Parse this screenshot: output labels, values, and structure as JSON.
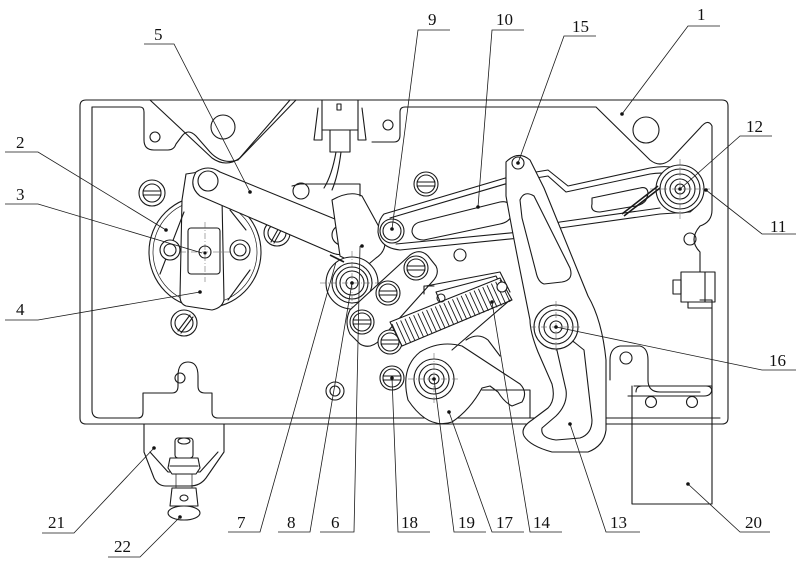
{
  "figure": {
    "type": "mechanical assembly drawing",
    "labels": [
      {
        "id": "1",
        "text": "1"
      },
      {
        "id": "2",
        "text": "2"
      },
      {
        "id": "3",
        "text": "3"
      },
      {
        "id": "4",
        "text": "4"
      },
      {
        "id": "5",
        "text": "5"
      },
      {
        "id": "6",
        "text": "6"
      },
      {
        "id": "7",
        "text": "7"
      },
      {
        "id": "8",
        "text": "8"
      },
      {
        "id": "9",
        "text": "9"
      },
      {
        "id": "10",
        "text": "10"
      },
      {
        "id": "11",
        "text": "11"
      },
      {
        "id": "12",
        "text": "12"
      },
      {
        "id": "13",
        "text": "13"
      },
      {
        "id": "14",
        "text": "14"
      },
      {
        "id": "15",
        "text": "15"
      },
      {
        "id": "16",
        "text": "16"
      },
      {
        "id": "17",
        "text": "17"
      },
      {
        "id": "18",
        "text": "18"
      },
      {
        "id": "19",
        "text": "19"
      },
      {
        "id": "20",
        "text": "20"
      },
      {
        "id": "21",
        "text": "21"
      },
      {
        "id": "22",
        "text": "22"
      }
    ]
  },
  "colors": {
    "line": "#1a1a1a",
    "background": "#ffffff"
  }
}
